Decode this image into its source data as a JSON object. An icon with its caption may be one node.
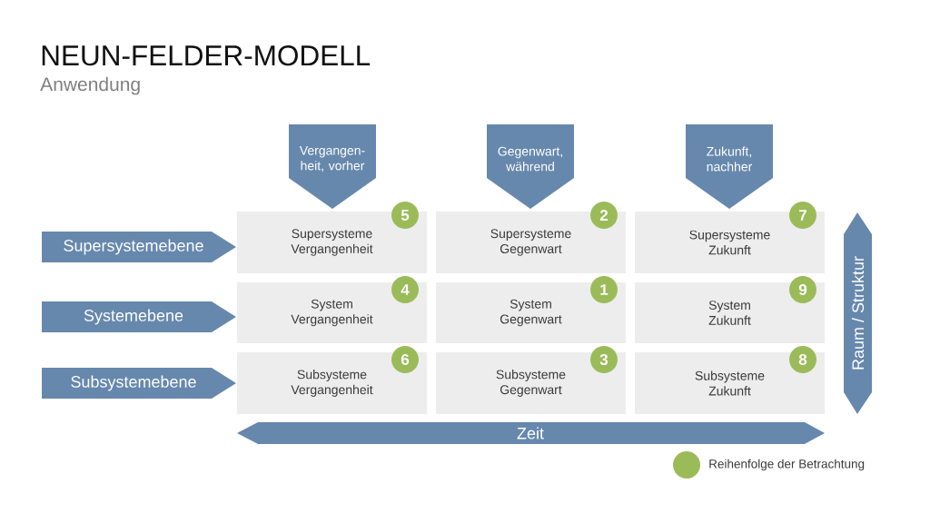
{
  "diagram": {
    "title": "NEUN-FELDER-MODELL",
    "nodes": [
      {
        "text": [
          "Vergangen- heit, vorher"
        ]
      },
      {
        "text": [
          "Gegenwart, während"
        ]
      },
      {
        "text": [
          "Zukunft, nachher"
        ]
      },
      {
        "text": [
          "Supersystemebene"
        ]
      },
      {
        "text": [
          "Systemebene"
        ]
      },
      {
        "text": [
          "Subsystemebene"
        ]
      },
      {
        "text": [
          "Supersysteme Vergangenheit"
        ]
      },
      {
        "text": [
          "Supersysteme Gegenwart"
        ]
      },
      {
        "text": [
          "Supersysteme Zukunft"
        ]
      },
      {
        "text": [
          "System Vergangenheit"
        ]
      },
      {
        "text": [
          "System Gegenwart"
        ]
      },
      {
        "text": [
          "System Zukunft"
        ]
      },
      {
        "text": [
          "Subsysteme Vergangenheit"
        ]
      },
      {
        "text": [
          "Subsysteme Gegenwart"
        ]
      },
      {
        "text": [
          "Subsysteme Zukunft"
        ]
      },
      {
        "text": [
          "5"
        ]
      },
      {
        "text": [
          "2"
        ]
      },
      {
        "text": [
          "7"
        ]
      },
      {
        "text": [
          "4"
        ]
      },
      {
        "text": [
          "1"
        ]
      },
      {
        "text": [
          "9"
        ]
      },
      {
        "text": [
          "6"
        ]
      },
      {
        "text": [
          "3"
        ]
      },
      {
        "text": [
          "8"
        ]
      },
      {
        "text": [
          "Zeit"
        ]
      },
      {
        "text": [
          "Raum / Struktur"
        ]
      }
    ],
    "labels": [
      "Anwendung"
    ],
    "legend": [
      {
        "text": "Reihenfolge der Betrachtung",
        "color": "#9bbb59"
      }
    ]
  }
}
